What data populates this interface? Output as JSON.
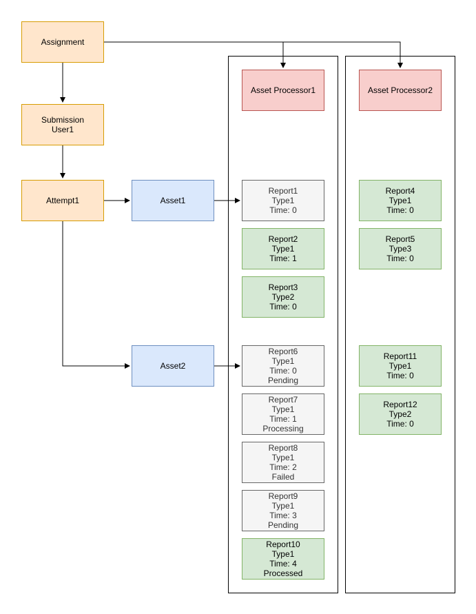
{
  "nodes": {
    "assignment": "Assignment",
    "submission": "Submission\nUser1",
    "attempt": "Attempt1",
    "asset1": "Asset1",
    "asset2": "Asset2",
    "processor1": "Asset Processor1",
    "processor2": "Asset Processor2",
    "report1": "Report1\nType1\nTime: 0",
    "report2": "Report2\nType1\nTime: 1",
    "report3": "Report3\nType2\nTime: 0",
    "report4": "Report4\nType1\nTime: 0",
    "report5": "Report5\nType3\nTime: 0",
    "report6": "Report6\nType1\nTime: 0\nPending",
    "report7": "Report7\nType1\nTime: 1\nProcessing",
    "report8": "Report8\nType1\nTime: 2\nFailed",
    "report9": "Report9\nType1\nTime: 3\nPending",
    "report10": "Report10\nType1\nTime: 4\nProcessed",
    "report11": "Report11\nType1\nTime: 0",
    "report12": "Report12\nType2\nTime: 0"
  },
  "colors": {
    "entity": "#ffe6cc",
    "asset": "#dae8fc",
    "processor": "#f8cecc",
    "report_processed": "#d5e8d4",
    "report_unprocessed": "#f5f5f5"
  }
}
